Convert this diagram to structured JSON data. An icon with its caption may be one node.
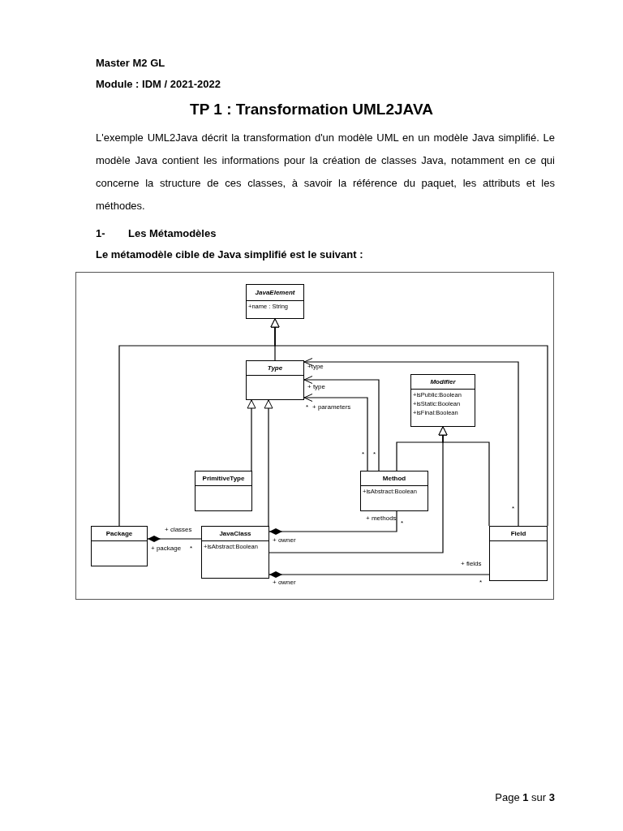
{
  "diagram": {
    "title": "TP 1 : Transformation UML2JAVA",
    "nodes": [
      {
        "text": [
          "JavaElement",
          "+name : String"
        ]
      },
      {
        "text": [
          "Type"
        ]
      },
      {
        "text": [
          "Modifier",
          "+isPublic:Boolean",
          "+isStatic:Boolean",
          "+isFinal:Boolean"
        ]
      },
      {
        "text": [
          "PrimitiveType"
        ]
      },
      {
        "text": [
          "Method",
          "+isAbstract:Boolean"
        ]
      },
      {
        "text": [
          "Package"
        ]
      },
      {
        "text": [
          "JavaClass",
          "+isAbstract:Boolean"
        ]
      },
      {
        "text": [
          "Field"
        ]
      }
    ],
    "edges": [
      {
        "from": 1,
        "to": 0,
        "arrow": "to"
      },
      {
        "from": 5,
        "to": 0,
        "arrow": "to"
      },
      {
        "from": 7,
        "to": 0,
        "arrow": "to"
      },
      {
        "from": 3,
        "to": 1,
        "arrow": "to"
      },
      {
        "from": 6,
        "to": 1,
        "arrow": "to"
      },
      {
        "from": 7,
        "to": 1,
        "arrow": "to",
        "label": "+type"
      },
      {
        "from": 4,
        "to": 1,
        "arrow": "to",
        "label": "+ type"
      },
      {
        "from": 4,
        "to": 1,
        "arrow": "to",
        "label": "+ parameters"
      },
      {
        "from": 4,
        "to": 2,
        "arrow": "to"
      },
      {
        "from": 7,
        "to": 2,
        "arrow": "to"
      },
      {
        "from": 6,
        "to": 2,
        "arrow": "to"
      },
      {
        "from": 5,
        "to": 6,
        "arrow": "other",
        "label": "+ classes"
      },
      {
        "from": 6,
        "to": 4,
        "arrow": "other",
        "label": "+ methods"
      },
      {
        "from": 6,
        "to": 7,
        "arrow": "other",
        "label": "+ fields"
      }
    ],
    "labels": [
      "Master M2 GL",
      "Module : IDM / 2021-2022",
      "L'exemple UML2Java décrit la transformation d'un modèle UML en un modèle Java simplifié. Le modèle Java contient les informations pour la création de classes Java, notamment en ce qui concerne la structure de ces classes, à savoir la référence du paquet, les attributs et les méthodes.",
      "1-",
      "Les Métamodèles",
      "Le métamodèle cible de Java simplifié est le suivant :",
      "*",
      "*",
      "*",
      "*",
      "*",
      "+ owner",
      "+ package",
      "*",
      "+ owner",
      "*",
      "Page **1** sur **3**"
    ]
  }
}
